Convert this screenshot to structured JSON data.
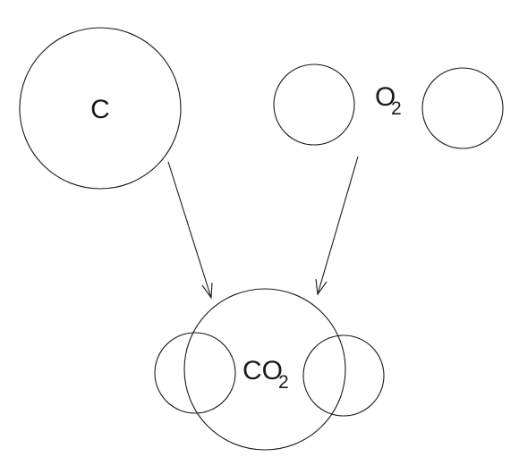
{
  "carbon": {
    "symbol": "C"
  },
  "oxygen": {
    "symbol": "O",
    "subscript": "2"
  },
  "carbon_dioxide": {
    "symbol": "CO",
    "subscript": "2"
  },
  "colors": {
    "stroke": "#1a1a1a",
    "background": "#ffffff"
  }
}
